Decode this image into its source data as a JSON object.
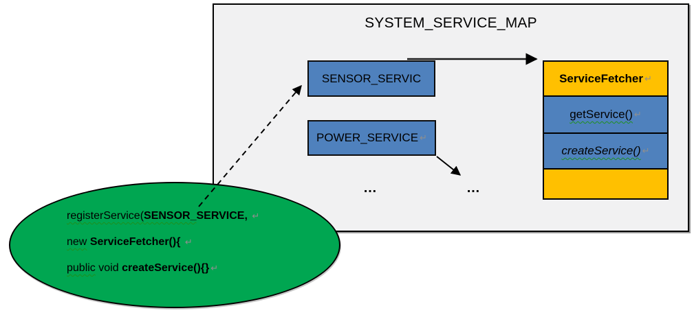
{
  "map_box": {
    "title": "SYSTEM_SERVICE_MAP",
    "bg_color": "#f1f1f2",
    "border_color": "#000000"
  },
  "service_boxes": {
    "sensor": {
      "label": "SENSOR_SERVIC",
      "bg_color": "#4f81bd"
    },
    "power": {
      "label": "POWER_SERVICE",
      "bg_color": "#4f81bd",
      "pilcrow": true
    }
  },
  "fetcher_table": {
    "header": {
      "label": "ServiceFetcher",
      "bg_color": "#ffc000",
      "bold": true,
      "pilcrow": true
    },
    "rows": [
      {
        "label": "getService()",
        "bg_color": "#4f81bd",
        "wavy": true,
        "pilcrow": true
      },
      {
        "label": "createService()",
        "bg_color": "#4f81bd",
        "italic": true,
        "wavy": true,
        "pilcrow": true
      }
    ],
    "footer": {
      "label": "",
      "bg_color": "#ffc000"
    }
  },
  "ellipsis": {
    "left": "…",
    "right": "…"
  },
  "code_ellipse": {
    "bg_color": "#00a651",
    "border_color": "#000000",
    "lines": [
      {
        "segments": [
          {
            "text": "registerService(",
            "wavy": true
          },
          {
            "text": "SENSOR_",
            "bold": true,
            "wavy": true
          },
          {
            "text": "SERVICE,",
            "bold": true
          },
          {
            "text": " "
          },
          {
            "text": "↵",
            "pilcrow": true
          }
        ]
      },
      {
        "segments": [
          {
            "text": "new",
            "wavy": true
          },
          {
            "text": " "
          },
          {
            "text": "ServiceFetcher(){",
            "bold": true
          },
          {
            "text": " "
          },
          {
            "text": "↵",
            "pilcrow": true
          }
        ]
      },
      {
        "segments": [
          {
            "text": "public",
            "wavy": true
          },
          {
            "text": " void ",
            "wavy": false
          },
          {
            "text": "createService(){}",
            "bold": true
          },
          {
            "text": "↵",
            "pilcrow": true
          }
        ]
      }
    ]
  },
  "marks": {
    "pilcrow": "↵"
  },
  "colors": {
    "blue": "#4f81bd",
    "orange": "#ffc000",
    "green": "#00a651",
    "map_bg": "#f1f1f2",
    "squiggle_green": "#1e8f1e",
    "arrow_black": "#000000"
  }
}
